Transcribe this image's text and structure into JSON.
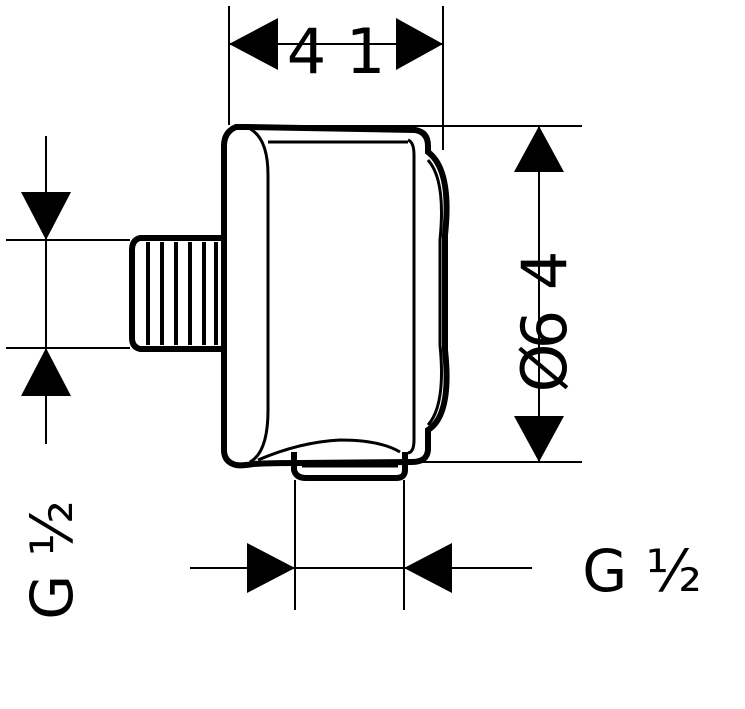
{
  "drawing": {
    "dim_width": "4 1",
    "dim_diameter_symbol": "Ø",
    "dim_diameter_value": "6 4",
    "thread_left": "G ½",
    "thread_bottom": "G ½",
    "line_color": "#000000",
    "background_color": "#ffffff"
  }
}
